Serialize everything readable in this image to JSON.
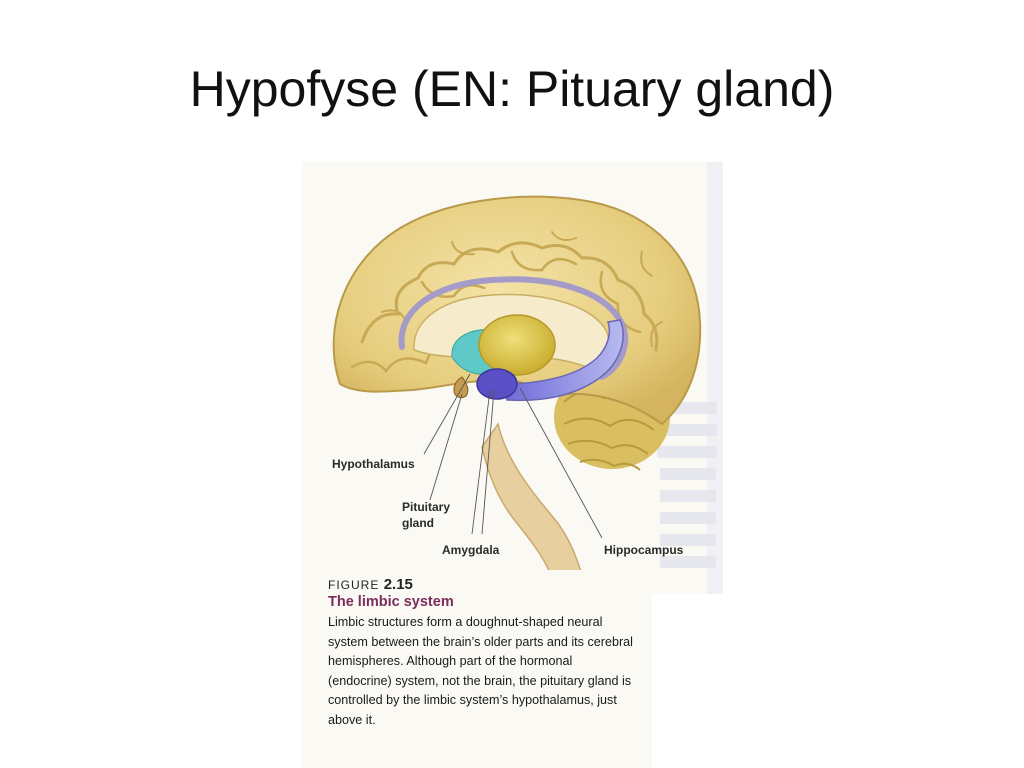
{
  "slide": {
    "title": "Hypofyse (EN: Pituary gland)"
  },
  "figure": {
    "labels": {
      "hypothalamus": "Hypothalamus",
      "pituitary_line1": "Pituitary",
      "pituitary_line2": "gland",
      "amygdala": "Amygdala",
      "hippocampus": "Hippocampus"
    },
    "caption": {
      "figure_word": "FIGURE",
      "figure_number": "2.15",
      "title": "The limbic system",
      "body": "Limbic structures form a doughnut-shaped neural system between the brain’s older parts and its cerebral hemispheres. Although part of the hormonal (endocrine) system, not the brain, the pituitary gland is controlled by the limbic system’s hypothalamus, just above it."
    },
    "colors": {
      "brain": "#e9d28a",
      "amygdala": "#5a4fc4",
      "hippocampus": "#9a9ee8",
      "hypothalamus": "#5ec9c6",
      "thalamus": "#d8c24a"
    }
  }
}
